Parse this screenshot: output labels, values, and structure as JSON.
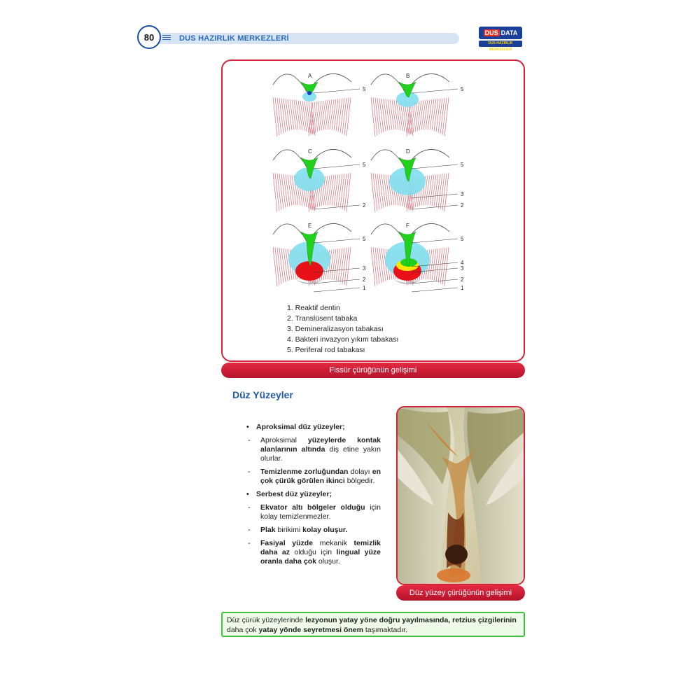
{
  "header": {
    "page_number": "80",
    "title": "DUS HAZIRLIK MERKEZLERİ",
    "logo_text": "DATA",
    "logo_mark": "DUS",
    "logo_sub": "DUS HAZIRLIK MERKEZLERİ"
  },
  "figure1": {
    "panels": [
      {
        "letter": "A",
        "labels": [
          "5"
        ]
      },
      {
        "letter": "B",
        "labels": [
          "5"
        ]
      },
      {
        "letter": "C",
        "labels": [
          "5",
          "2"
        ]
      },
      {
        "letter": "D",
        "labels": [
          "5",
          "3",
          "2"
        ]
      },
      {
        "letter": "E",
        "labels": [
          "5",
          "3",
          "2",
          "1"
        ]
      },
      {
        "letter": "F",
        "labels": [
          "5",
          "4",
          "3",
          "2",
          "1"
        ]
      }
    ],
    "legend": [
      "1. Reaktif dentin",
      "2. Translüsent tabaka",
      "3. Demineralizasyon tabakası",
      "4. Bakteri invazyon yıkım tabakası",
      "5. Periferal rod tabakası"
    ],
    "caption": "Fissür çürüğünün gelişimi"
  },
  "section": {
    "title": "Düz Yüzeyler",
    "bullet1": "Aproksimal düz yüzeyler;",
    "b1_d1_p1": "Aproksimal ",
    "b1_d1_s1": "yüzeylerde kontak alanlarının altında",
    "b1_d1_p2": " diş etine yakın olurlar.",
    "b1_d2_s1": "Temizlenme zorluğundan",
    "b1_d2_p1": " dolayı ",
    "b1_d2_s2": "en çok çürük görülen ikinci",
    "b1_d2_p2": " bölgedir.",
    "bullet2": "Serbest düz yüzeyler;",
    "b2_d1_s1": "Ekvator altı bölgeler olduğu",
    "b2_d1_p1": " için kolay temizlenmezler.",
    "b2_d2_s1": "Plak",
    "b2_d2_p1": " birikimi ",
    "b2_d2_s2": "kolay oluşur.",
    "b2_d3_s1": "Fasiyal yüzde",
    "b2_d3_p1": " mekanik ",
    "b2_d3_s2": "temizlik daha az",
    "b2_d3_p2": " olduğu için ",
    "b2_d3_s3": "lingual yüze oranla daha çok",
    "b2_d3_p3": " oluşur."
  },
  "figure2": {
    "caption": "Düz yüzey çürüğünün gelişimi"
  },
  "note": {
    "p1": "Düz çürük yüzeylerinde ",
    "s1": "lezyonun yatay yöne doğru yayılmasında, retzius çizgilerinin",
    "p2": " daha çok ",
    "s2": "yatay yönde seyretmesi önem",
    "p3": " taşımaktadır."
  },
  "colors": {
    "accent_red": "#d2233a",
    "header_blue": "#2a6cb8",
    "note_green": "#3ec43e",
    "plaque_green": "#22d11d",
    "lesion_cyan": "#7fdfee",
    "demin_red": "#e8111a",
    "bacteria_yellow": "#ffe800",
    "reactive_gray": "#b5b5b5"
  }
}
